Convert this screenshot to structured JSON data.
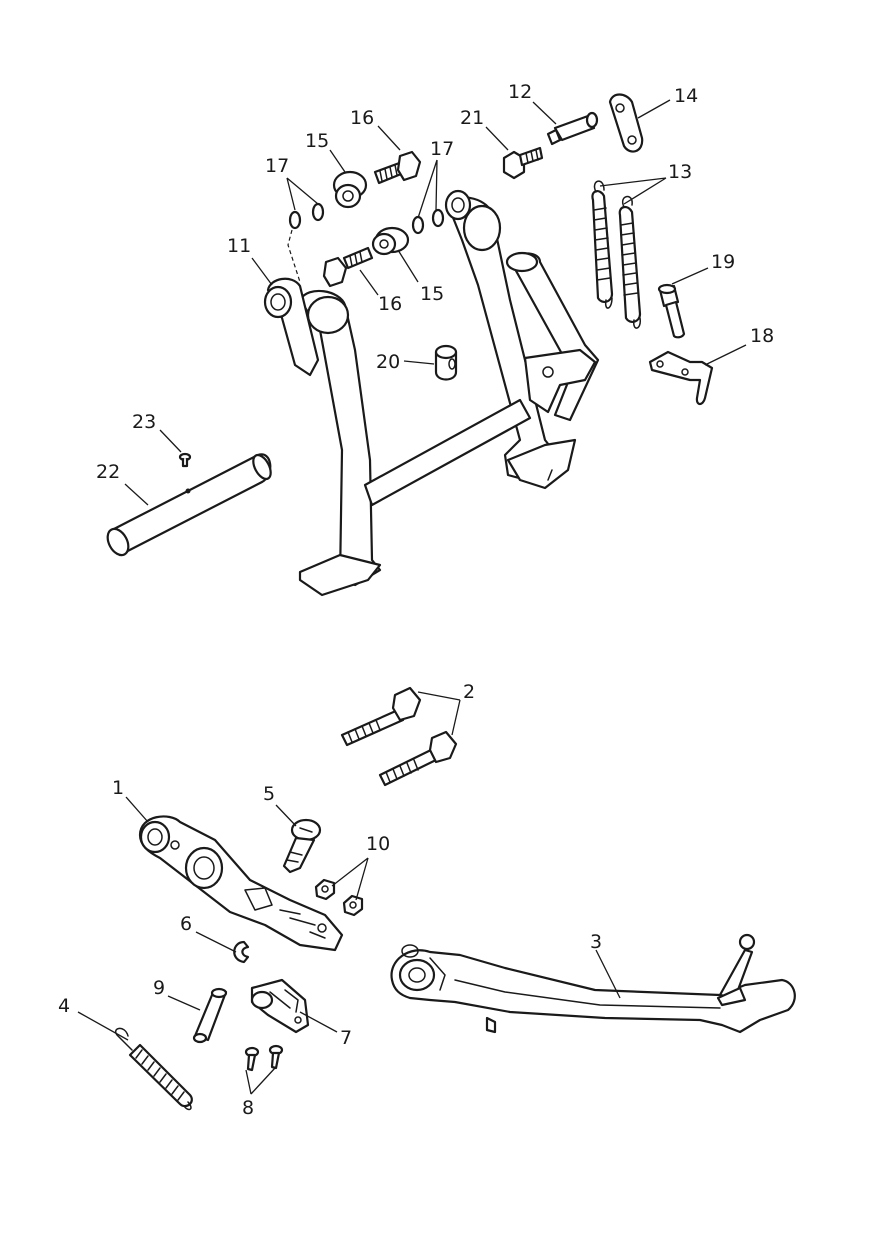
{
  "diagram": {
    "colors": {
      "line": "#1a1a1a",
      "background": "#ffffff"
    },
    "parts": [
      {
        "number": "1"
      },
      {
        "number": "2"
      },
      {
        "number": "3"
      },
      {
        "number": "4"
      },
      {
        "number": "5"
      },
      {
        "number": "6"
      },
      {
        "number": "7"
      },
      {
        "number": "8"
      },
      {
        "number": "9"
      },
      {
        "number": "10"
      },
      {
        "number": "11"
      },
      {
        "number": "12"
      },
      {
        "number": "13"
      },
      {
        "number": "14"
      },
      {
        "number": "15"
      },
      {
        "number": "16"
      },
      {
        "number": "17"
      },
      {
        "number": "18"
      },
      {
        "number": "19"
      },
      {
        "number": "20"
      },
      {
        "number": "21"
      },
      {
        "number": "22"
      },
      {
        "number": "23"
      }
    ],
    "callouts": {
      "c12": "12",
      "c14": "14",
      "c21": "21",
      "c16a": "16",
      "c15a": "15",
      "c17a": "17",
      "c17b": "17",
      "c13": "13",
      "c11": "11",
      "c19": "19",
      "c16b": "16",
      "c15b": "15",
      "c18": "18",
      "c20": "20",
      "c23": "23",
      "c22": "22",
      "c2": "2",
      "c1": "1",
      "c5": "5",
      "c10": "10",
      "c6": "6",
      "c3": "3",
      "c9": "9",
      "c4": "4",
      "c7": "7",
      "c8": "8"
    }
  }
}
